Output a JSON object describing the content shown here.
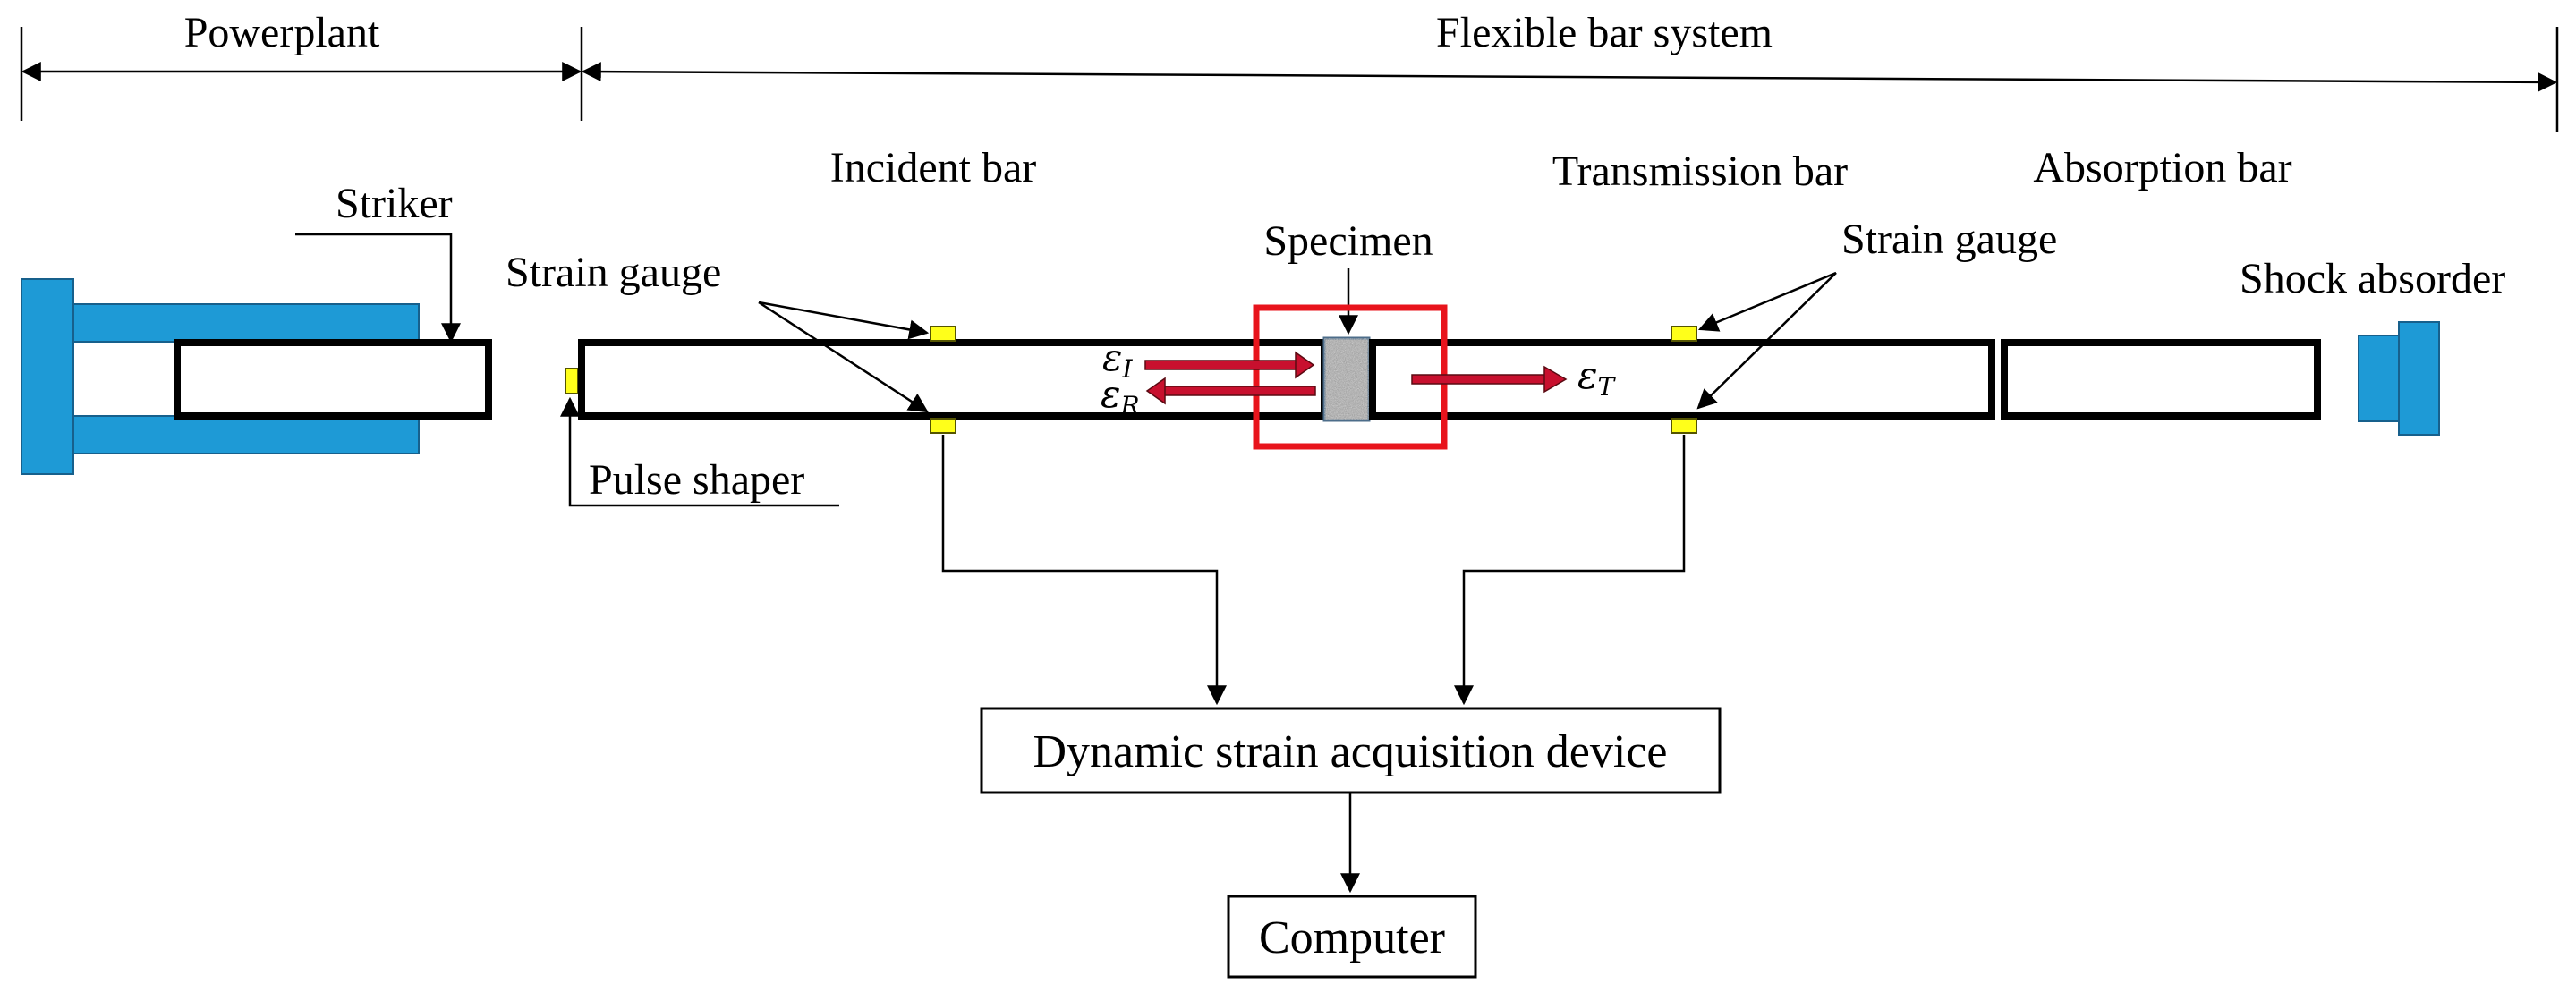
{
  "sections": {
    "powerplant": "Powerplant",
    "flexible_bar_system": "Flexible bar system"
  },
  "labels": {
    "incident_bar": "Incident bar",
    "transmission_bar": "Transmission bar",
    "absorption_bar": "Absorption bar",
    "striker": "Striker",
    "specimen": "Specimen",
    "strain_gauge_left": "Strain gauge",
    "strain_gauge_right": "Strain gauge",
    "shock_absorber": "Shock absorder",
    "pulse_shaper": "Pulse shaper"
  },
  "waves": {
    "incident": {
      "base": "ε",
      "sub": "I"
    },
    "reflected": {
      "base": "ε",
      "sub": "R"
    },
    "transmitted": {
      "base": "ε",
      "sub": "T"
    }
  },
  "boxes": {
    "acquisition": "Dynamic strain acquisition device",
    "computer": "Computer"
  },
  "colors": {
    "bar_outline": "#000000",
    "striker_device": "#1e9ad6",
    "strain_gauge": "#ffff1a",
    "highlight_box": "#e8141c",
    "wave_arrow": "#c8102e",
    "specimen": "#a9a9a9"
  }
}
